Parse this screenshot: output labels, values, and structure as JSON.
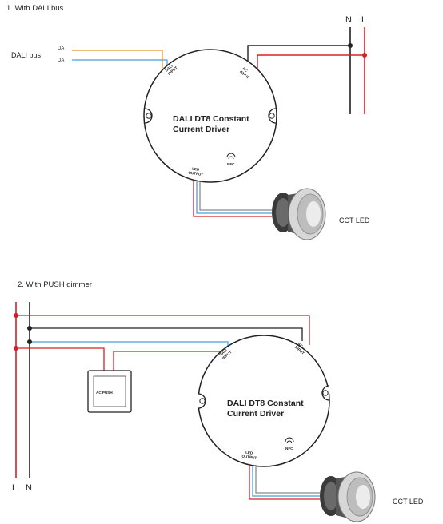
{
  "diagram1": {
    "title": "1. With DALI bus",
    "bus_label": "DALI bus",
    "da_top": "DA",
    "da_bottom": "DA",
    "n_label": "N",
    "l_label": "L",
    "dali_input": [
      "DALI",
      "INPUT"
    ],
    "ac_input": [
      "AC",
      "INPUT"
    ],
    "driver_line1": "DALI DT8 Constant",
    "driver_line2": "Current Driver",
    "nfc": "NFC",
    "led_output": [
      "LED",
      "OUTPUT"
    ],
    "led_label": "CCT LED"
  },
  "diagram2": {
    "title": "2. With PUSH dimmer",
    "push_label": "AC PUSH",
    "dali_input": [
      "DALI",
      "INPUT"
    ],
    "ac_input": [
      "AC",
      "INPUT"
    ],
    "driver_line1": "DALI DT8 Constant",
    "driver_line2": "Current Driver",
    "nfc": "NFC",
    "led_output": [
      "LED",
      "OUTPUT"
    ],
    "led_label": "CCT LED",
    "l_label": "L",
    "n_label": "N"
  },
  "colors": {
    "live": "#d62027",
    "neutral": "#222222",
    "dali_orange": "#e8942a",
    "dali_blue": "#4a9fdc",
    "gray_wire": "#8a8a8a"
  }
}
